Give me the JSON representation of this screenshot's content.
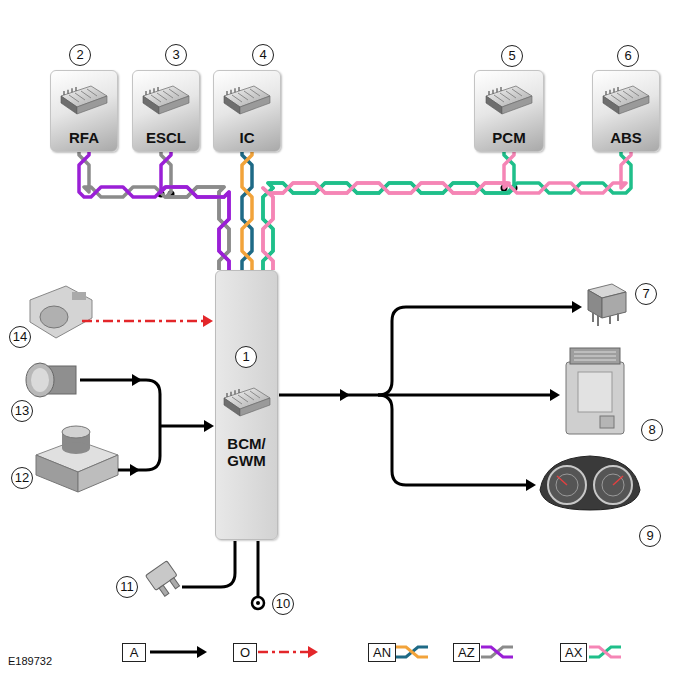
{
  "diagram": {
    "nodes": [
      {
        "text": [
          "RFA"
        ]
      },
      {
        "text": [
          "ESCL"
        ]
      },
      {
        "text": [
          "IC"
        ]
      },
      {
        "text": [
          "PCM"
        ]
      },
      {
        "text": [
          "ABS"
        ]
      },
      {
        "text": [
          "BCM/ GWM"
        ]
      }
    ],
    "edges": [
      {
        "from": 0,
        "to": 5,
        "arrow": "none"
      },
      {
        "from": 1,
        "to": 5,
        "arrow": "none"
      },
      {
        "from": 2,
        "to": 5,
        "arrow": "none"
      },
      {
        "from": 3,
        "to": 5,
        "arrow": "none"
      },
      {
        "from": 4,
        "to": 5,
        "arrow": "none"
      }
    ],
    "labels": [
      "2",
      "3",
      "4",
      "5",
      "6",
      "7",
      "14",
      "1",
      "13",
      "8",
      "12",
      "9",
      "11",
      "10",
      "E189732"
    ],
    "legend": [
      {
        "text": "A"
      },
      {
        "text": "O"
      },
      {
        "text": "AN"
      },
      {
        "text": "AZ"
      },
      {
        "text": "AX"
      }
    ]
  }
}
